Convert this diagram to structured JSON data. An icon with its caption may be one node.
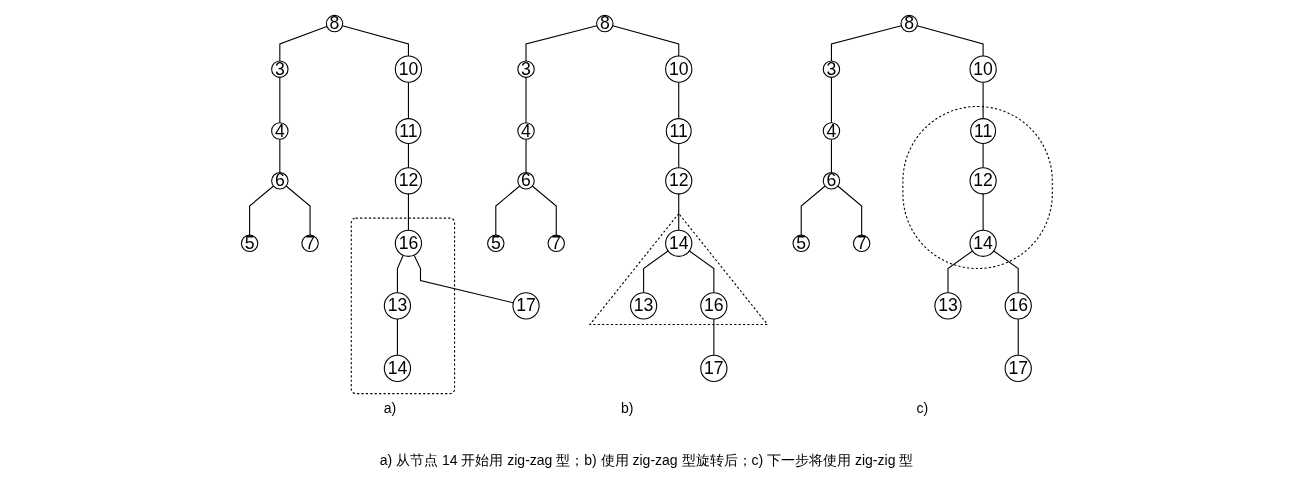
{
  "diagram": {
    "nodes": [
      {
        "text": [
          "8"
        ]
      },
      {
        "text": [
          "3"
        ]
      },
      {
        "text": [
          "10"
        ]
      },
      {
        "text": [
          "4"
        ]
      },
      {
        "text": [
          "11"
        ]
      },
      {
        "text": [
          "6"
        ]
      },
      {
        "text": [
          "12"
        ]
      },
      {
        "text": [
          "5"
        ]
      },
      {
        "text": [
          "7"
        ]
      },
      {
        "text": [],
        "shape": "polygon"
      },
      {
        "text": [
          "16"
        ],
        "in": 9
      },
      {
        "text": [
          "13"
        ],
        "in": 9
      },
      {
        "text": [
          "17"
        ]
      },
      {
        "text": [
          "14"
        ],
        "in": 9
      },
      {
        "text": [
          "8"
        ]
      },
      {
        "text": [
          "3"
        ]
      },
      {
        "text": [
          "10"
        ]
      },
      {
        "text": [
          "4"
        ]
      },
      {
        "text": [
          "11"
        ]
      },
      {
        "text": [
          "6"
        ]
      },
      {
        "text": [
          "12"
        ]
      },
      {
        "text": [
          "5"
        ]
      },
      {
        "text": [
          "7"
        ]
      },
      {
        "text": [],
        "shape": "triangle"
      },
      {
        "text": [
          "14"
        ],
        "in": 23
      },
      {
        "text": [
          "13"
        ],
        "in": 23
      },
      {
        "text": [
          "16"
        ],
        "in": 23
      },
      {
        "text": [
          "17"
        ]
      },
      {
        "text": [
          "8"
        ]
      },
      {
        "text": [
          "3"
        ]
      },
      {
        "text": [
          "10"
        ]
      },
      {
        "text": [
          "4"
        ]
      },
      {
        "text": [],
        "shape": "capsule"
      },
      {
        "text": [
          "11"
        ],
        "in": 32
      },
      {
        "text": [
          "6"
        ]
      },
      {
        "text": [
          "12"
        ],
        "in": 32
      },
      {
        "text": [
          "5"
        ]
      },
      {
        "text": [
          "7"
        ]
      },
      {
        "text": [
          "14"
        ],
        "in": 32
      },
      {
        "text": [
          "13"
        ]
      },
      {
        "text": [
          "16"
        ]
      },
      {
        "text": [
          "17"
        ]
      }
    ],
    "edges": [
      {
        "from": 0,
        "to": 1,
        "arrow": "none"
      },
      {
        "from": 0,
        "to": 2,
        "arrow": "none"
      },
      {
        "from": 1,
        "to": 3,
        "arrow": "none"
      },
      {
        "from": 3,
        "to": 5,
        "arrow": "none"
      },
      {
        "from": 5,
        "to": 7,
        "arrow": "none"
      },
      {
        "from": 5,
        "to": 8,
        "arrow": "none"
      },
      {
        "from": 2,
        "to": 4,
        "arrow": "none"
      },
      {
        "from": 4,
        "to": 6,
        "arrow": "none"
      },
      {
        "from": 6,
        "to": 10,
        "arrow": "none"
      },
      {
        "from": 10,
        "to": 11,
        "arrow": "none"
      },
      {
        "from": 10,
        "to": 12,
        "arrow": "none"
      },
      {
        "from": 11,
        "to": 13,
        "arrow": "none"
      },
      {
        "from": 14,
        "to": 15,
        "arrow": "none"
      },
      {
        "from": 14,
        "to": 16,
        "arrow": "none"
      },
      {
        "from": 15,
        "to": 17,
        "arrow": "none"
      },
      {
        "from": 17,
        "to": 19,
        "arrow": "none"
      },
      {
        "from": 19,
        "to": 21,
        "arrow": "none"
      },
      {
        "from": 19,
        "to": 22,
        "arrow": "none"
      },
      {
        "from": 16,
        "to": 18,
        "arrow": "none"
      },
      {
        "from": 18,
        "to": 20,
        "arrow": "none"
      },
      {
        "from": 20,
        "to": 24,
        "arrow": "none"
      },
      {
        "from": 24,
        "to": 25,
        "arrow": "none"
      },
      {
        "from": 24,
        "to": 26,
        "arrow": "none"
      },
      {
        "from": 26,
        "to": 27,
        "arrow": "none"
      },
      {
        "from": 28,
        "to": 29,
        "arrow": "none"
      },
      {
        "from": 28,
        "to": 30,
        "arrow": "none"
      },
      {
        "from": 29,
        "to": 31,
        "arrow": "none"
      },
      {
        "from": 31,
        "to": 34,
        "arrow": "none"
      },
      {
        "from": 34,
        "to": 36,
        "arrow": "none"
      },
      {
        "from": 34,
        "to": 37,
        "arrow": "none"
      },
      {
        "from": 30,
        "to": 33,
        "arrow": "none"
      },
      {
        "from": 33,
        "to": 35,
        "arrow": "none"
      },
      {
        "from": 35,
        "to": 38,
        "arrow": "none"
      },
      {
        "from": 38,
        "to": 39,
        "arrow": "none"
      },
      {
        "from": 38,
        "to": 40,
        "arrow": "none"
      },
      {
        "from": 40,
        "to": 41,
        "arrow": "none"
      }
    ],
    "labels": [
      "a)",
      "b)",
      "c)"
    ],
    "caption": "a) 从节点 14 开始用 zig-zag 型；b) 使用 zig-zag 型旋转后；c) 下一步将使用 zig-zig 型"
  }
}
